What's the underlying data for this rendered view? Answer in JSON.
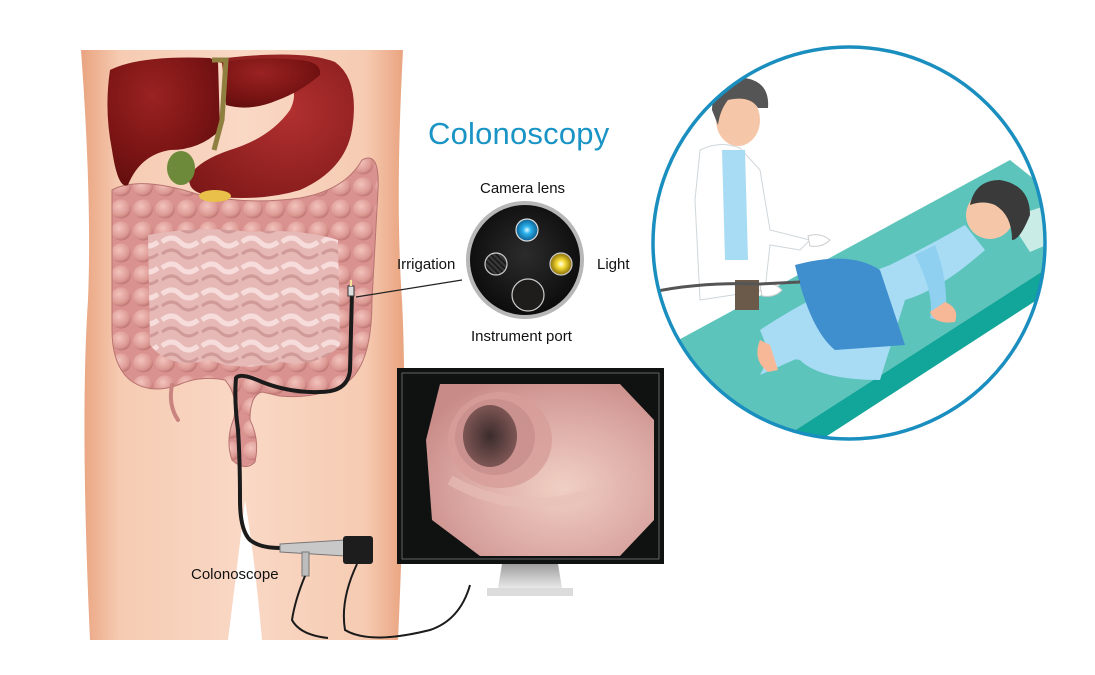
{
  "title": "Colonoscopy",
  "lens_diagram": {
    "labels": {
      "camera_lens": "Camera lens",
      "irrigation": "Irrigation",
      "light": "Light",
      "instrument_port": "Instrument port"
    },
    "colors": {
      "camera_lens": "#1ea0e0",
      "light": "#f5d020",
      "housing": "#1a1a1a"
    }
  },
  "instrument": {
    "label": "Colonoscope"
  },
  "colors": {
    "title": "#1a94c4",
    "circle_border": "#1a8fbf",
    "skin": "#f6cdb5",
    "liver": "#7a1414",
    "colon": "#d9928f",
    "bed": "#5cc4bb",
    "blanket": "#3f8fcf",
    "gown": "#a8dcf5",
    "monitor_frame": "#101212"
  },
  "scene": {
    "monitor_view": "colon-interior",
    "inset_scene": "doctor-performing-colonoscopy-on-patient"
  }
}
